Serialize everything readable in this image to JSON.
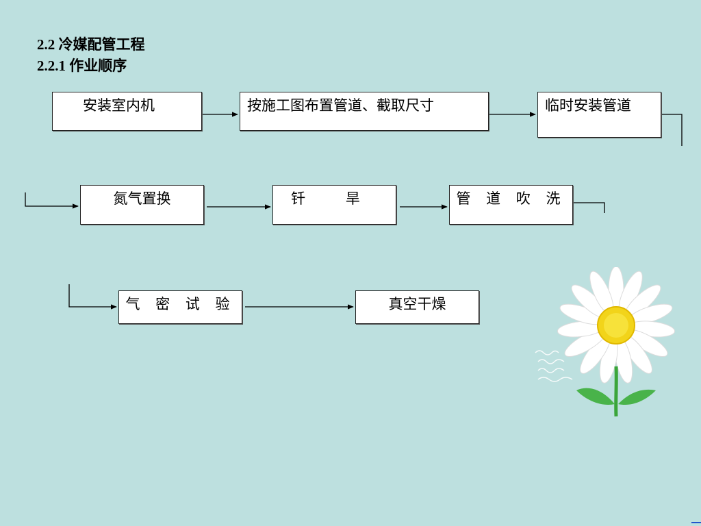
{
  "headings": {
    "section": "2.2 冷媒配管工程",
    "subsection": "2.2.1 作业顺序"
  },
  "flow": {
    "row1": {
      "step1": "安装室内机",
      "step2": "按施工图布置管道、截取尺寸",
      "step3": "临时安装管道"
    },
    "row2": {
      "step4": "氮气置换",
      "step5": "钎 旱",
      "step6": "管 道 吹 洗"
    },
    "row3": {
      "step7": "气 密 试 验",
      "step8": "真空干燥"
    }
  },
  "decoration": {
    "icon": "daisy-flower-icon",
    "colors": {
      "background": "#bde0df",
      "petal": "#ffffff",
      "center": "#f2d41a",
      "stem": "#3aa53a"
    }
  }
}
